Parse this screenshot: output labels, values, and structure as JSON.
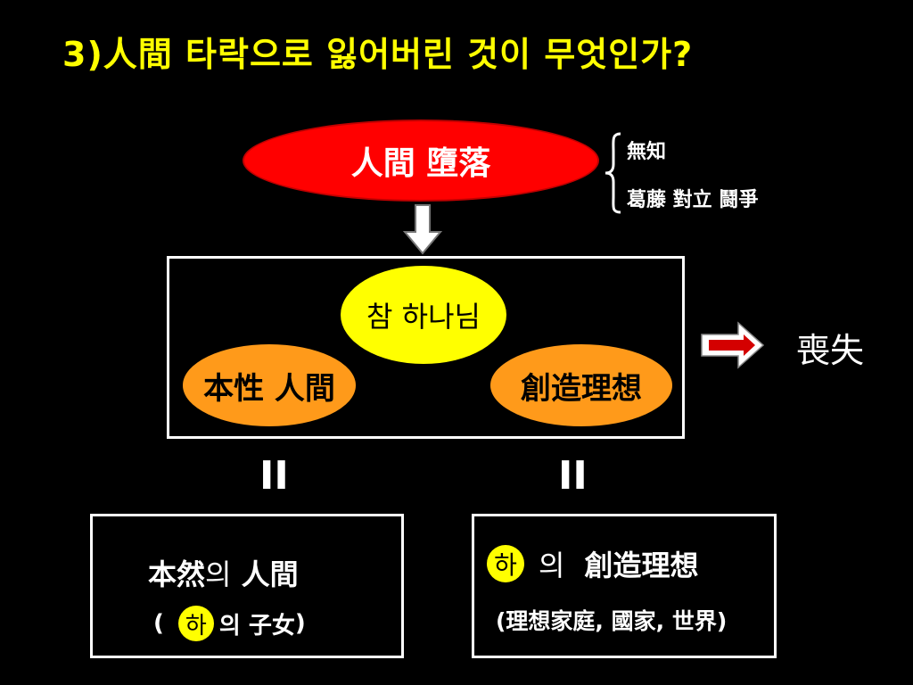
{
  "title": "3)人間 타락으로 잃어버린 것이 무엇인가?",
  "fall": {
    "label": "人間 墮落",
    "results": [
      "無知",
      "葛藤 對立 鬪爭"
    ]
  },
  "center": {
    "god": "참 하나님",
    "left": "本性 人間",
    "right": "創造理想"
  },
  "lost_label": "喪失",
  "equals": "II",
  "left_box": {
    "line1_a": "本然",
    "line1_b": "의",
    "line1_c": " 人間",
    "line2_open": "(",
    "line2_ha": "하",
    "line2_rest": "의 子女",
    "line2_close": ")"
  },
  "right_box": {
    "ha": "하",
    "ui": "의",
    "ideal": "創造理想",
    "sub": "(理想家庭, 國家, 世界)"
  },
  "colors": {
    "title": "#ffff00",
    "red": "#ff0000",
    "yellow": "#ffff00",
    "orange": "#ff9a1a",
    "arrow_red": "#d40000"
  }
}
